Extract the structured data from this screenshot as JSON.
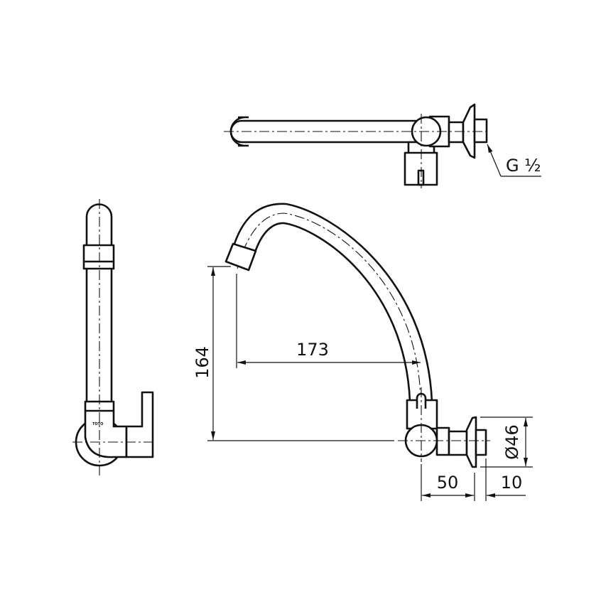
{
  "drawing": {
    "brand_mark": "TOTO",
    "dimensions": {
      "height": "164",
      "reach": "173",
      "flange_diameter": "Ø46",
      "body_projection": "50",
      "thread_length": "10",
      "thread": "G ½"
    },
    "line_color": "#111111",
    "background": "#ffffff"
  }
}
